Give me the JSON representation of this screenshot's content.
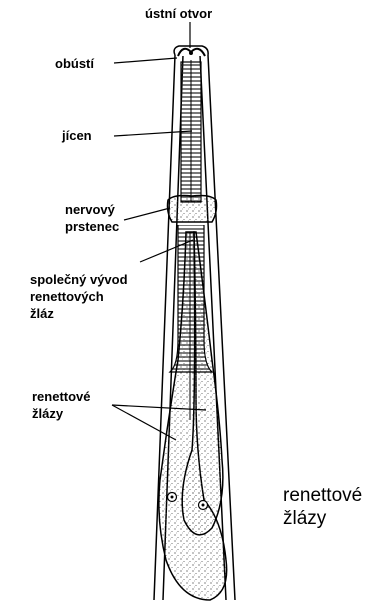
{
  "labels": {
    "mouth": "ústní otvor",
    "lip": "obústí",
    "esophagus": "jícen",
    "nerve_ring_1": "nervový",
    "nerve_ring_2": "prstenec",
    "duct_1": "společný vývod",
    "duct_2": "renettových",
    "duct_3": "žláz",
    "glands_1": "renettové",
    "glands_2": "žlázy"
  },
  "caption": "renettové\nžlázy"
}
